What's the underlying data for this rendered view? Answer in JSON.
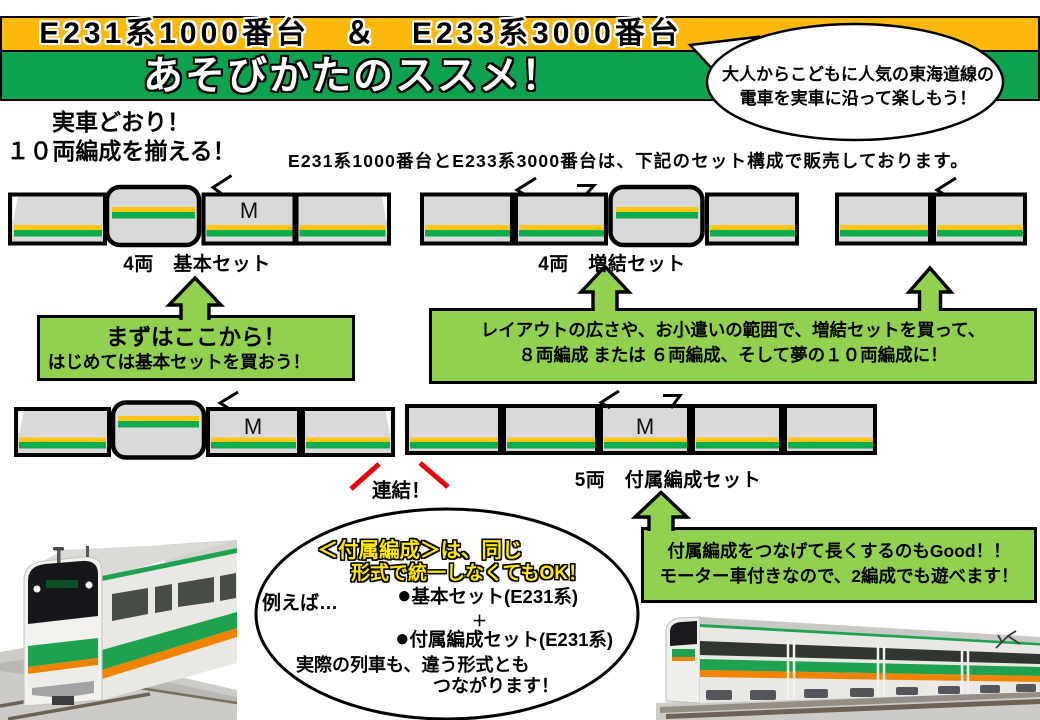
{
  "header": {
    "series_banner": "E231系1000番台　＆　E233系3000番台",
    "title_banner": "あそびかたのススメ！",
    "bubble": {
      "line1": "大人からこどもに人気の東海道線の",
      "line2": "電車を実車に沿って楽しもう！"
    }
  },
  "intro": {
    "headline_line1": "実車どおり！",
    "headline_line2": "１０両編成を揃える！",
    "description": "E231系1000番台とE233系3000番台は、下記のセット構成で販売しております。"
  },
  "sets": {
    "motor_label": "M",
    "basic_label": "4両　基本セット",
    "expansion_label": "4両　増結セット",
    "attached_label": "5両　付属編成セット",
    "coupling_label": "連結！"
  },
  "tips": {
    "start": {
      "line1": "まずはここから！",
      "line2": "はじめては基本セットを買おう！"
    },
    "expand": {
      "line1": "レイアウトの広さや、お小遣いの範囲で、増結セットを買って、",
      "line2": "８両編成 または ６両編成、そして夢の１０両編成に！"
    },
    "attached": {
      "line1": "付属編成をつなげて長くするのもGood！！",
      "line2": "モーター車付きなので、2編成でも遊べます！"
    }
  },
  "note": {
    "highlight_line1": "＜付属編成＞は、同じ",
    "highlight_line2": "形式で統一しなくてもOK！",
    "example_label": "例えば…",
    "item1": "●基本セット(E231系)",
    "plus": "＋",
    "item2": "●付属編成セット(E231系)",
    "line3": "実際の列車も、違う形式とも",
    "line4": "つながります！"
  },
  "colors": {
    "banner_orange": "#FCB80B",
    "banner_green": "#0CA24F",
    "tip_green": "#92D050",
    "stripe_orange": "#FFC613",
    "stripe_green": "#0FAC4E",
    "car_gray": "#D9D9D9",
    "coupling_red": "#E8000D",
    "highlight_yellow": "#FFE900"
  }
}
